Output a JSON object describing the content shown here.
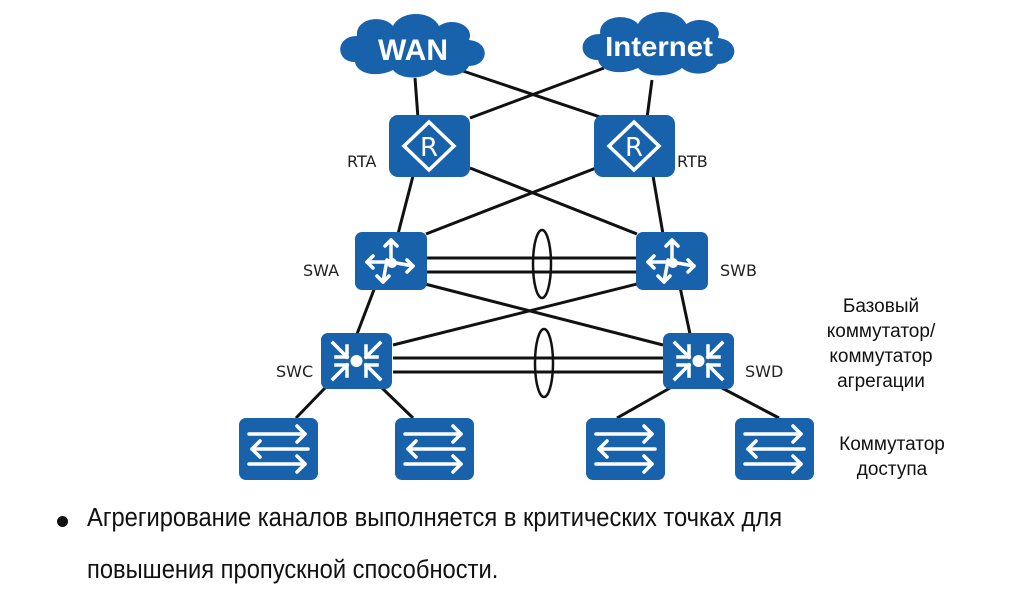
{
  "colors": {
    "device_blue": "#1862ac",
    "link": "#111111",
    "icon_glyph": "#ffffff"
  },
  "clouds": [
    {
      "id": "wan",
      "label": "WAN",
      "icon": "cloud-icon"
    },
    {
      "id": "internet",
      "label": "Internet",
      "icon": "cloud-icon"
    }
  ],
  "routers": [
    {
      "id": "rta",
      "label": "RTA",
      "icon": "router-icon"
    },
    {
      "id": "rtb",
      "label": "RTB",
      "icon": "router-icon"
    }
  ],
  "core_switches": [
    {
      "id": "swa",
      "label": "SWA",
      "icon": "l3-switch-icon"
    },
    {
      "id": "swb",
      "label": "SWB",
      "icon": "l3-switch-icon"
    }
  ],
  "aggregation_switches": [
    {
      "id": "swc",
      "label": "SWC",
      "icon": "aggregation-switch-icon"
    },
    {
      "id": "swd",
      "label": "SWD",
      "icon": "aggregation-switch-icon"
    }
  ],
  "access_switches": [
    {
      "id": "acc1",
      "label": "",
      "icon": "access-switch-icon"
    },
    {
      "id": "acc2",
      "label": "",
      "icon": "access-switch-icon"
    },
    {
      "id": "acc3",
      "label": "",
      "icon": "access-switch-icon"
    },
    {
      "id": "acc4",
      "label": "",
      "icon": "access-switch-icon"
    }
  ],
  "links": [
    [
      "wan",
      "rta"
    ],
    [
      "wan",
      "rtb"
    ],
    [
      "internet",
      "rta"
    ],
    [
      "internet",
      "rtb"
    ],
    [
      "rta",
      "swa"
    ],
    [
      "rta",
      "swb"
    ],
    [
      "rtb",
      "swa"
    ],
    [
      "rtb",
      "swb"
    ],
    [
      "swa",
      "swc"
    ],
    [
      "swa",
      "swd"
    ],
    [
      "swb",
      "swc"
    ],
    [
      "swb",
      "swd"
    ],
    [
      "swc",
      "acc1"
    ],
    [
      "swc",
      "acc2"
    ],
    [
      "swd",
      "acc3"
    ],
    [
      "swd",
      "acc4"
    ]
  ],
  "aggregated_links": [
    {
      "between": [
        "swa",
        "swb"
      ],
      "member_links": 2
    },
    {
      "between": [
        "swc",
        "swd"
      ],
      "member_links": 2
    }
  ],
  "legend": {
    "core_lines": [
      "Базовый",
      "коммутатор/",
      "коммутатор",
      "агрегации"
    ],
    "access_lines": [
      "Коммутатор",
      "доступа"
    ]
  },
  "bullet": {
    "lines": [
      "Агрегирование каналов выполняется в критических точках для",
      "повышения пропускной способности."
    ]
  }
}
